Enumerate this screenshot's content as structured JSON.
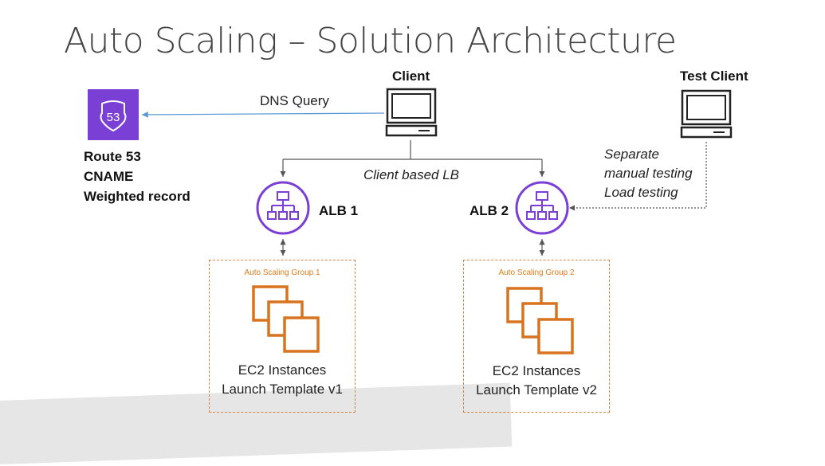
{
  "slide": {
    "title": "Auto Scaling – Solution Architecture"
  },
  "nodes": {
    "client": {
      "label": "Client",
      "icon": "desktop-computer-icon"
    },
    "test_client": {
      "label": "Test Client",
      "icon": "desktop-computer-icon"
    },
    "route53": {
      "icon": "route-53-icon",
      "badge": "53",
      "lines": [
        "Route 53",
        "CNAME",
        "Weighted record"
      ],
      "color": "#7a3fd4"
    },
    "alb1": {
      "label": "ALB 1",
      "icon": "application-load-balancer-icon",
      "color": "#7a3fd4"
    },
    "alb2": {
      "label": "ALB 2",
      "icon": "application-load-balancer-icon",
      "color": "#7a3fd4"
    }
  },
  "edges": {
    "dns_query": "DNS Query",
    "client_lb": "Client based LB",
    "test_notes": [
      "Separate",
      "manual testing",
      "Load testing"
    ]
  },
  "groups": [
    {
      "title": "Auto Scaling Group 1",
      "icon": "ec2-instances-icon",
      "line1": "EC2 Instances",
      "line2": "Launch Template v1"
    },
    {
      "title": "Auto Scaling Group 2",
      "icon": "ec2-instances-icon",
      "line1": "EC2 Instances",
      "line2": "Launch Template v2"
    }
  ],
  "colors": {
    "aws_purple": "#7a3fd4",
    "ec2_orange": "#d9731f",
    "dns_arrow": "#5b9bd5",
    "connector": "#555555"
  }
}
